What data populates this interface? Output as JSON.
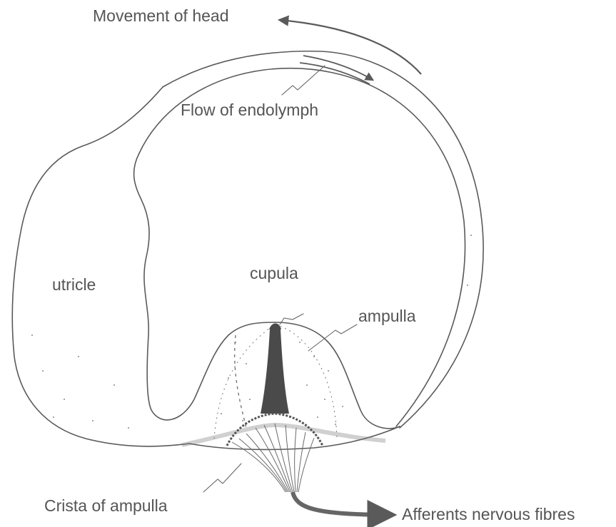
{
  "labels": {
    "movement_of_head": "Movement of head",
    "flow_of_endolymph": "Flow of endolymph",
    "utricle": "utricle",
    "cupula": "cupula",
    "ampulla": "ampulla",
    "crista_of_ampulla": "Crista of ampulla",
    "afferent_fibres": "Afferents nervous fibres"
  },
  "colors": {
    "line": "#5a5a5a",
    "text": "#555555",
    "nerve": "#666666",
    "background": "#ffffff"
  }
}
